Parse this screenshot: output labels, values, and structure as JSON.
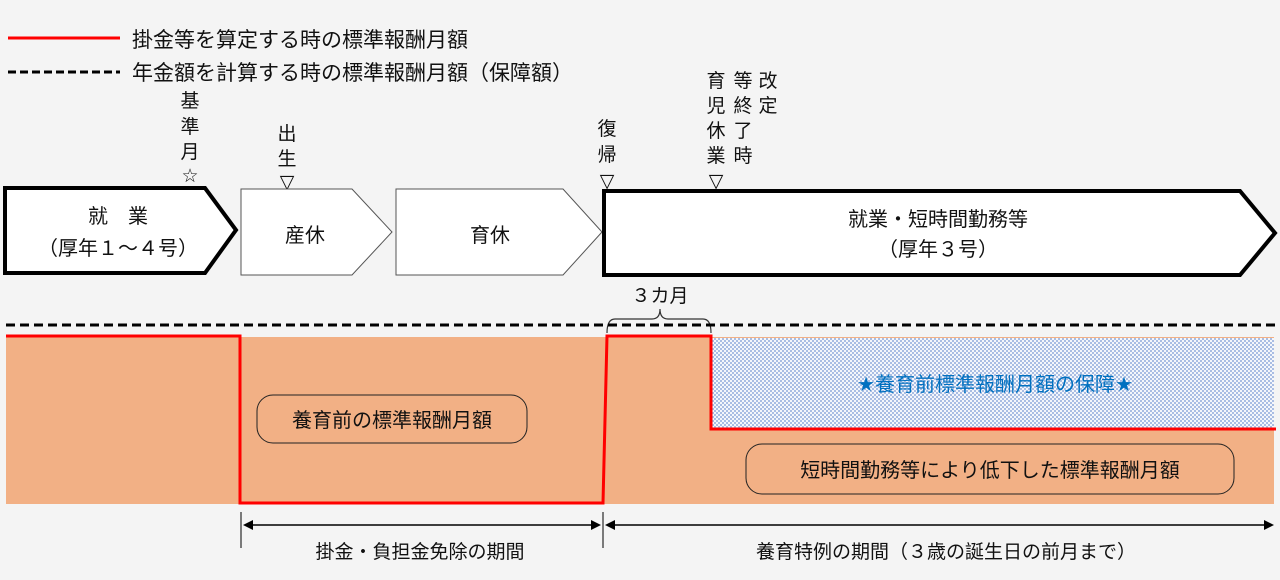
{
  "legend": {
    "solid_label": "掛金等を算定する時の標準報酬月額",
    "dashed_label": "年金額を計算する時の標準報酬月額（保障額）"
  },
  "markers": {
    "base_month": [
      "基",
      "準",
      "月",
      "☆"
    ],
    "birth": [
      "出",
      "生",
      "▽"
    ],
    "return": [
      "復",
      "帰",
      "▽"
    ],
    "revision_col1": [
      "育",
      "児",
      "休",
      "業",
      "▽"
    ],
    "revision_col2": [
      "等",
      "終",
      "了",
      "時"
    ],
    "revision_col3": [
      "改",
      "定"
    ]
  },
  "phases": {
    "work_line1": "就　業",
    "work_line2": "（厚年１～４号）",
    "maternity": "産休",
    "childcare": "育休",
    "short_work_line1": "就業・短時間勤務等",
    "short_work_line2": "（厚年３号）"
  },
  "three_months": "３カ月",
  "labels": {
    "pre_childcare_amount": "養育前の標準報酬月額",
    "guarantee": "★養育前標準報酬月額の保障★",
    "reduced_amount": "短時間勤務等により低下した標準報酬月額"
  },
  "periods": {
    "exemption": "掛金・負担金免除の期間",
    "special_case": "養育特例の期間（３歳の誕生日の前月まで）"
  },
  "colors": {
    "red": "#ff0000",
    "orange": "#f2b085",
    "blue_text": "#0070c0",
    "hatch": "#a9bde3"
  }
}
